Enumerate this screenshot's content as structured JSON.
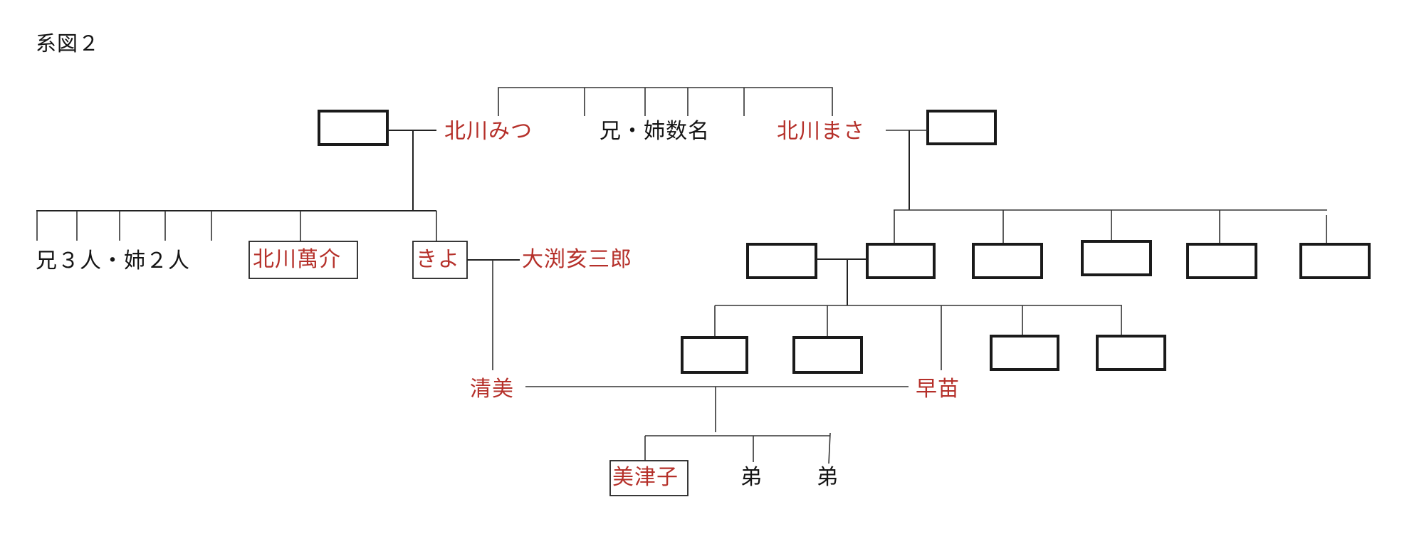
{
  "title": "系図２",
  "colors": {
    "highlight": "#b5302a",
    "text": "#151515"
  },
  "people": {
    "mitsu": "北川みつ",
    "siblings_top": "兄・姉数名",
    "masa": "北川まさ",
    "siblings_left": "兄３人・姉２人",
    "mansuke": "北川萬介",
    "kiyo": "きよ",
    "oobuchi": "大渕亥三郎",
    "kiyomi": "清美",
    "sanae": "早苗",
    "mitsuko": "美津子",
    "brother1": "弟",
    "brother2": "弟"
  }
}
